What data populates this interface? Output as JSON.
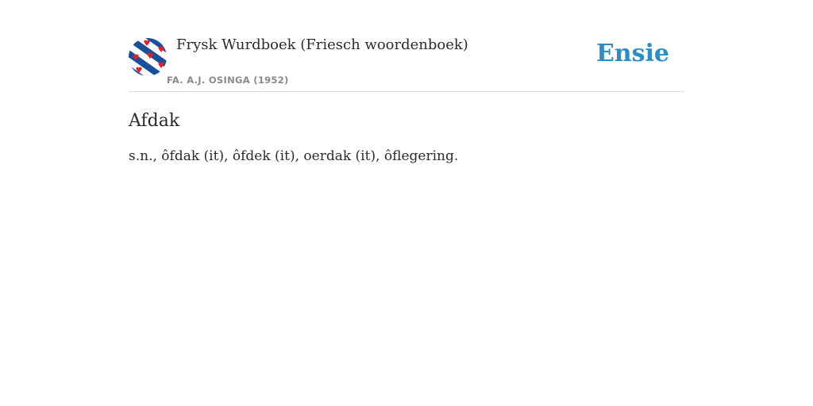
{
  "header": {
    "dictionary_title": "Frysk Wurdboek (Friesch woordenboek)",
    "dictionary_author": "FA. A.J. OSINGA (1952)",
    "brand": "Ensie",
    "logo_icon": "frisian-flag-icon"
  },
  "entry": {
    "headword": "Afdak",
    "definition": "s.n., ôfdak (it), ôfdek (it), oerdak (it), ôflegering."
  },
  "colors": {
    "brand": "#2a8dc5",
    "flag_blue": "#1a4f9c",
    "flag_red": "#e0202a"
  }
}
